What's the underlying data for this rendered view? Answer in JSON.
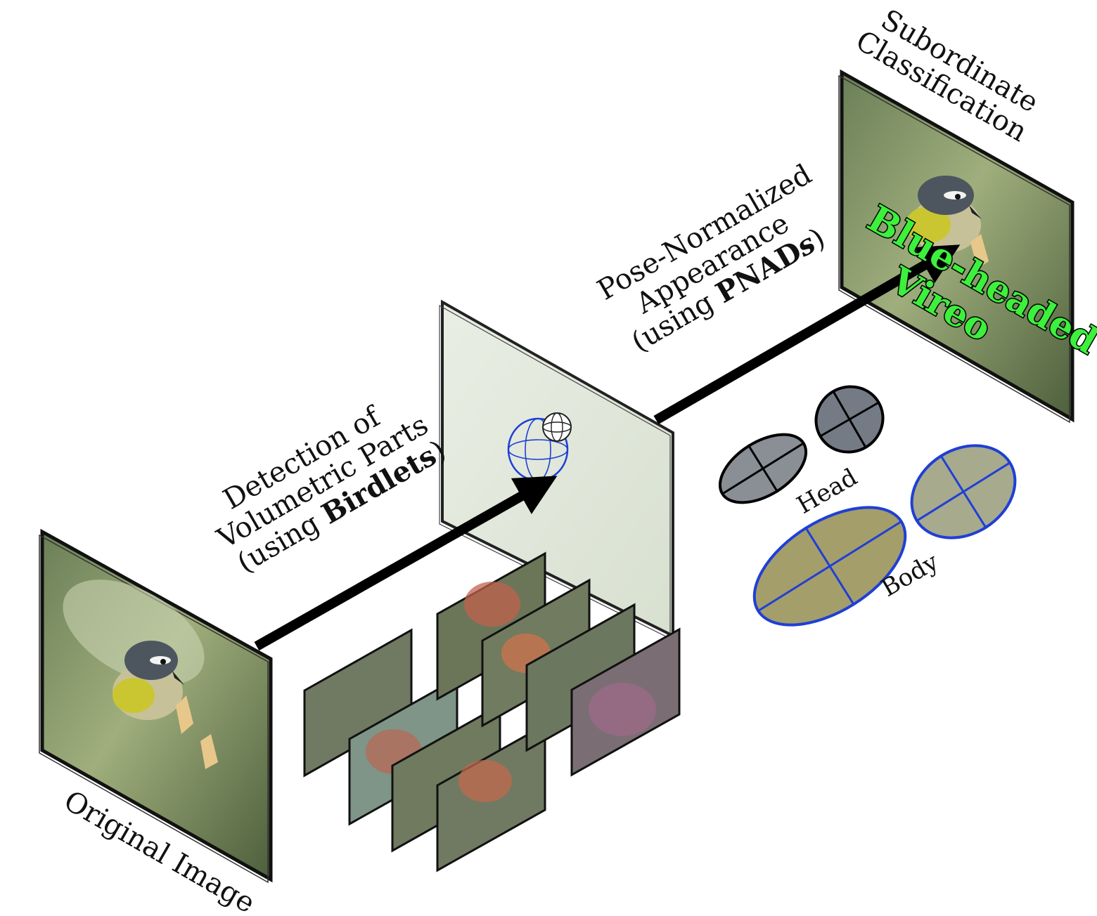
{
  "labels": {
    "original": "Original Image",
    "detection_line1": "Detection of",
    "detection_line2": "Volumetric Parts",
    "detection_line3_prefix": "(using ",
    "detection_line3_bold": "Birdlets",
    "detection_line3_suffix": ")",
    "pose_line1": "Pose-Normalized",
    "pose_line2": "Appearance",
    "pose_line3_prefix": "(using ",
    "pose_line3_bold": "PNAD",
    "pose_line3_bold_italic": "s",
    "pose_line3_suffix": ")",
    "subordinate_line1": "Subordinate",
    "subordinate_line2": "Classification",
    "head": "Head",
    "body": "Body",
    "result_line1": "Blue-headed",
    "result_line2": "Vireo"
  },
  "colors": {
    "arrow": "#000000",
    "result_text": "#3cf03c",
    "body_ellipse": "#1f3fd6",
    "head_ellipse": "#000000"
  }
}
